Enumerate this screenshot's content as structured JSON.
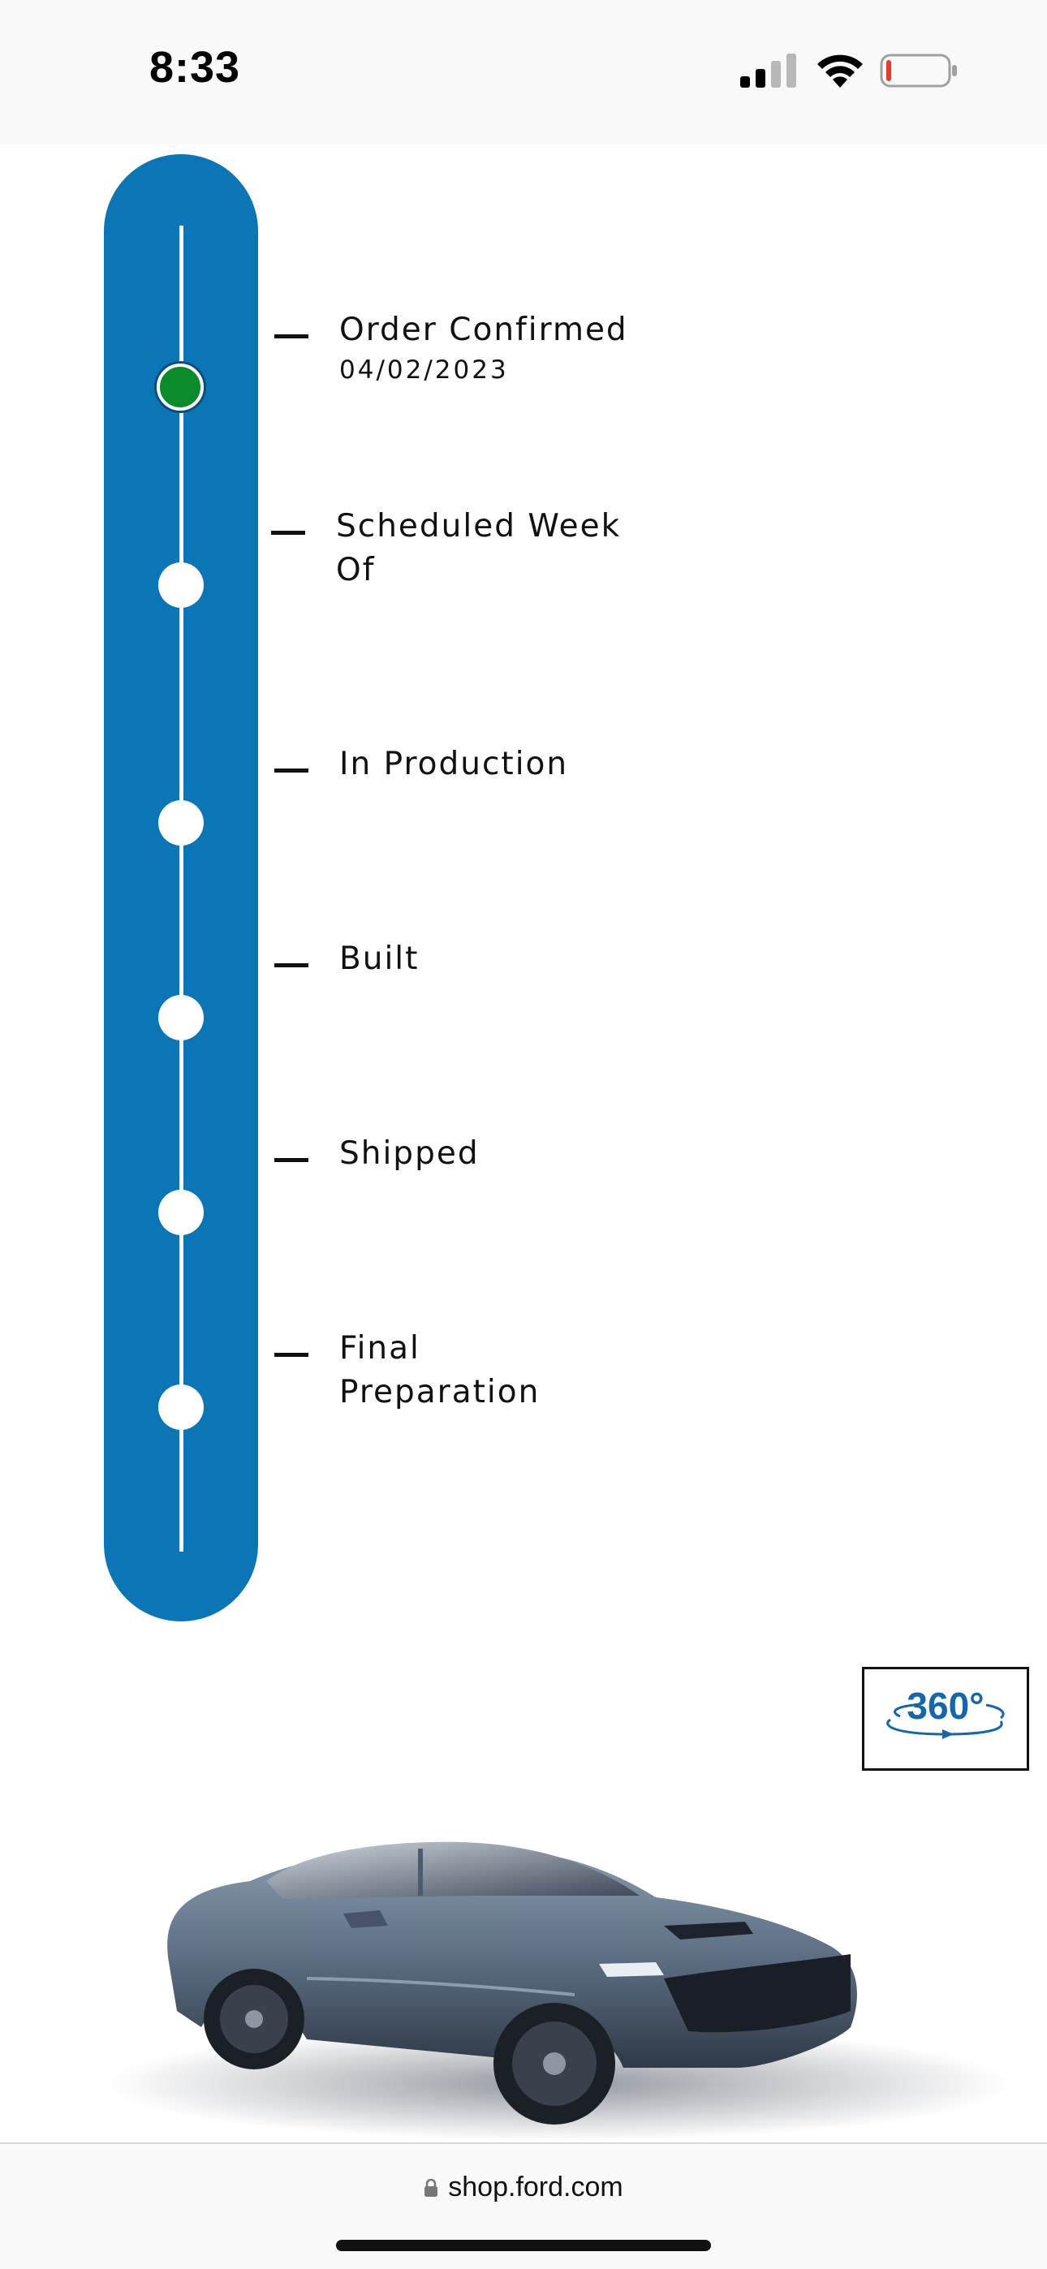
{
  "status_bar": {
    "time": "8:33"
  },
  "timeline": {
    "steps": [
      {
        "label": "Order Confirmed",
        "date": "04/02/2023",
        "status": "complete"
      },
      {
        "label": "Scheduled Week\nOf",
        "date": "",
        "status": "pending"
      },
      {
        "label": "In Production",
        "date": "",
        "status": "pending"
      },
      {
        "label": "Built",
        "date": "",
        "status": "pending"
      },
      {
        "label": "Shipped",
        "date": "",
        "status": "pending"
      },
      {
        "label": "Final\nPreparation",
        "date": "",
        "status": "pending"
      }
    ]
  },
  "view_360": {
    "label": "360°"
  },
  "browser": {
    "url": "shop.ford.com"
  },
  "colors": {
    "timeline_blue": "#0b75b5",
    "active_dot": "#0a8a2a",
    "view_360_text": "#1666a8"
  },
  "icons": {
    "signal": "cellular-signal-icon",
    "wifi": "wifi-icon",
    "battery": "battery-low-icon",
    "lock": "lock-icon",
    "rotate": "rotate-360-icon"
  }
}
